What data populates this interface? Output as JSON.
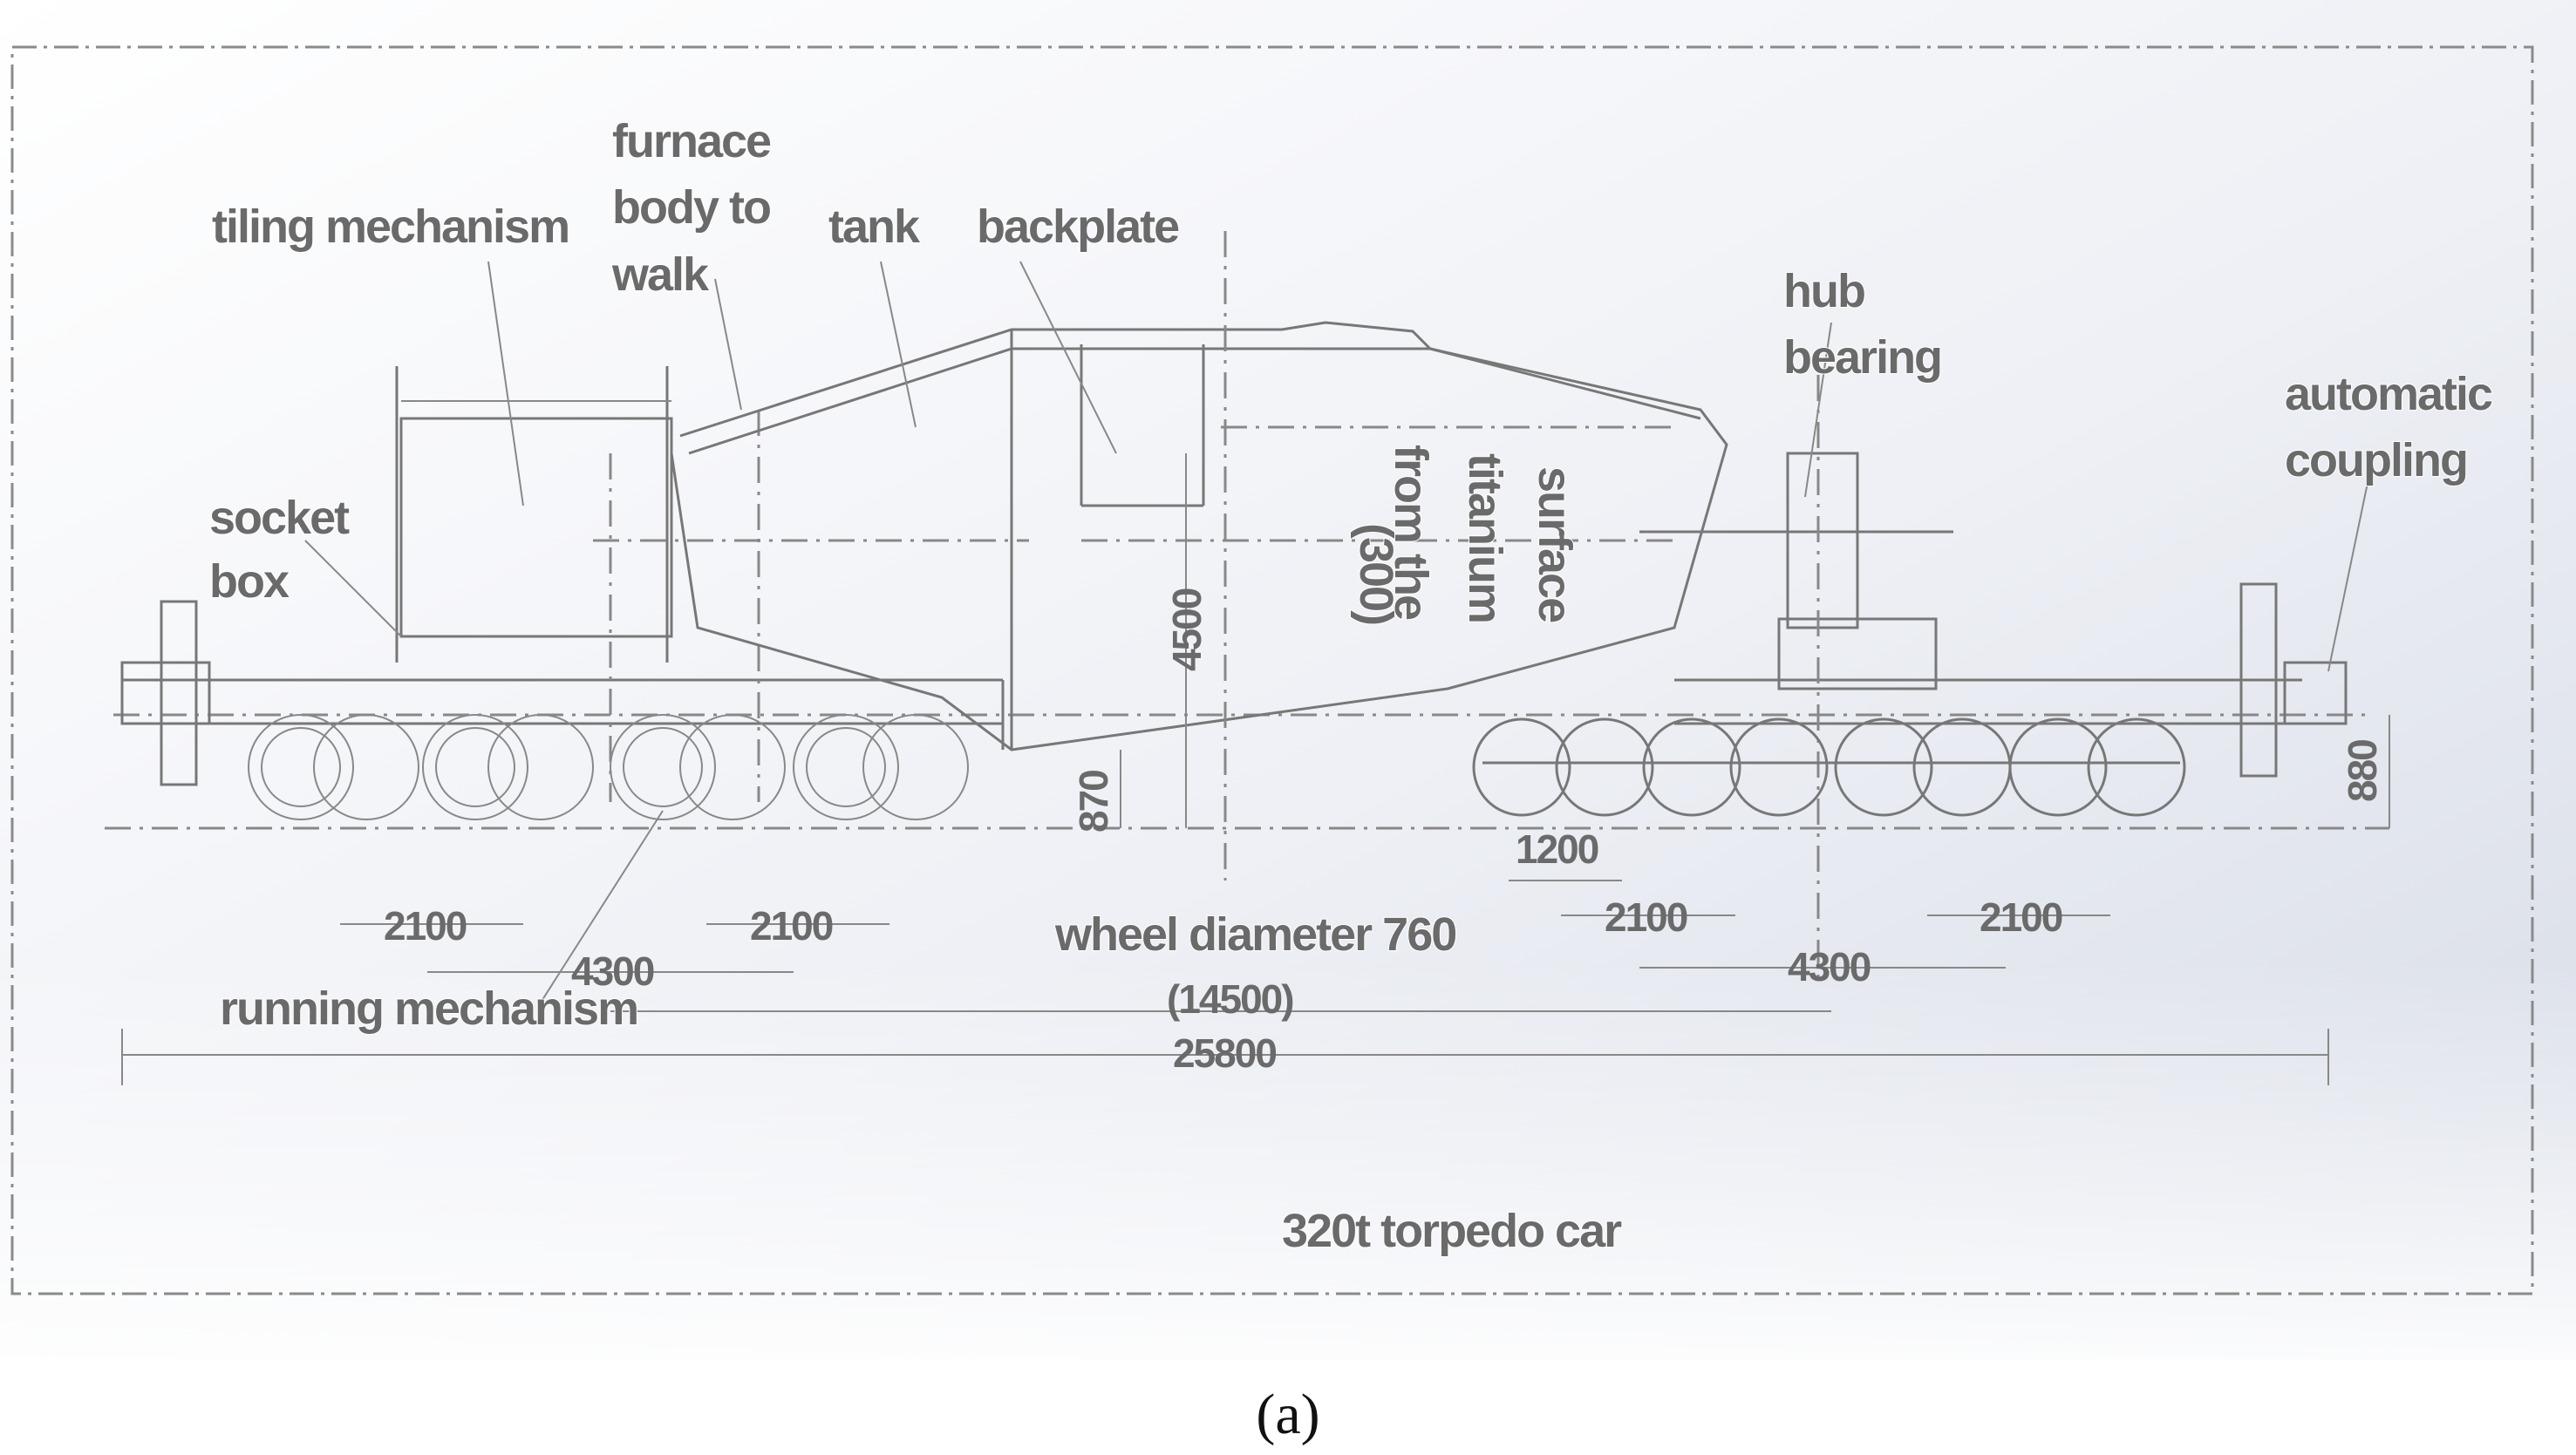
{
  "drawing": {
    "title": "320t torpedo car",
    "labels": {
      "tilting_mechanism": "tiling mechanism",
      "furnace_line1": "furnace",
      "furnace_line2": "body to",
      "furnace_line3": "walk",
      "tank": "tank",
      "backplate": "backplate",
      "hub_line1": "hub",
      "hub_line2": "bearing",
      "coupling_line1": "automatic",
      "coupling_line2": "coupling",
      "socket_line1": "socket",
      "socket_line2": "box",
      "running_mechanism": "running mechanism",
      "wheel_diameter": "wheel diameter 760",
      "vertical_note_1": "(300)",
      "vertical_note_2": "from the",
      "vertical_note_3": "titanium",
      "vertical_note_4": "surface"
    },
    "dimensions": {
      "left_2100_a": "2100",
      "left_2100_b": "2100",
      "left_4300": "4300",
      "center_14500": "(14500)",
      "overall_25800": "25800",
      "height_4500": "4500",
      "height_870": "870",
      "right_1200": "1200",
      "right_2100_a": "2100",
      "right_2100_b": "2100",
      "right_4300": "4300",
      "height_880": "880"
    }
  },
  "caption": "(a)"
}
